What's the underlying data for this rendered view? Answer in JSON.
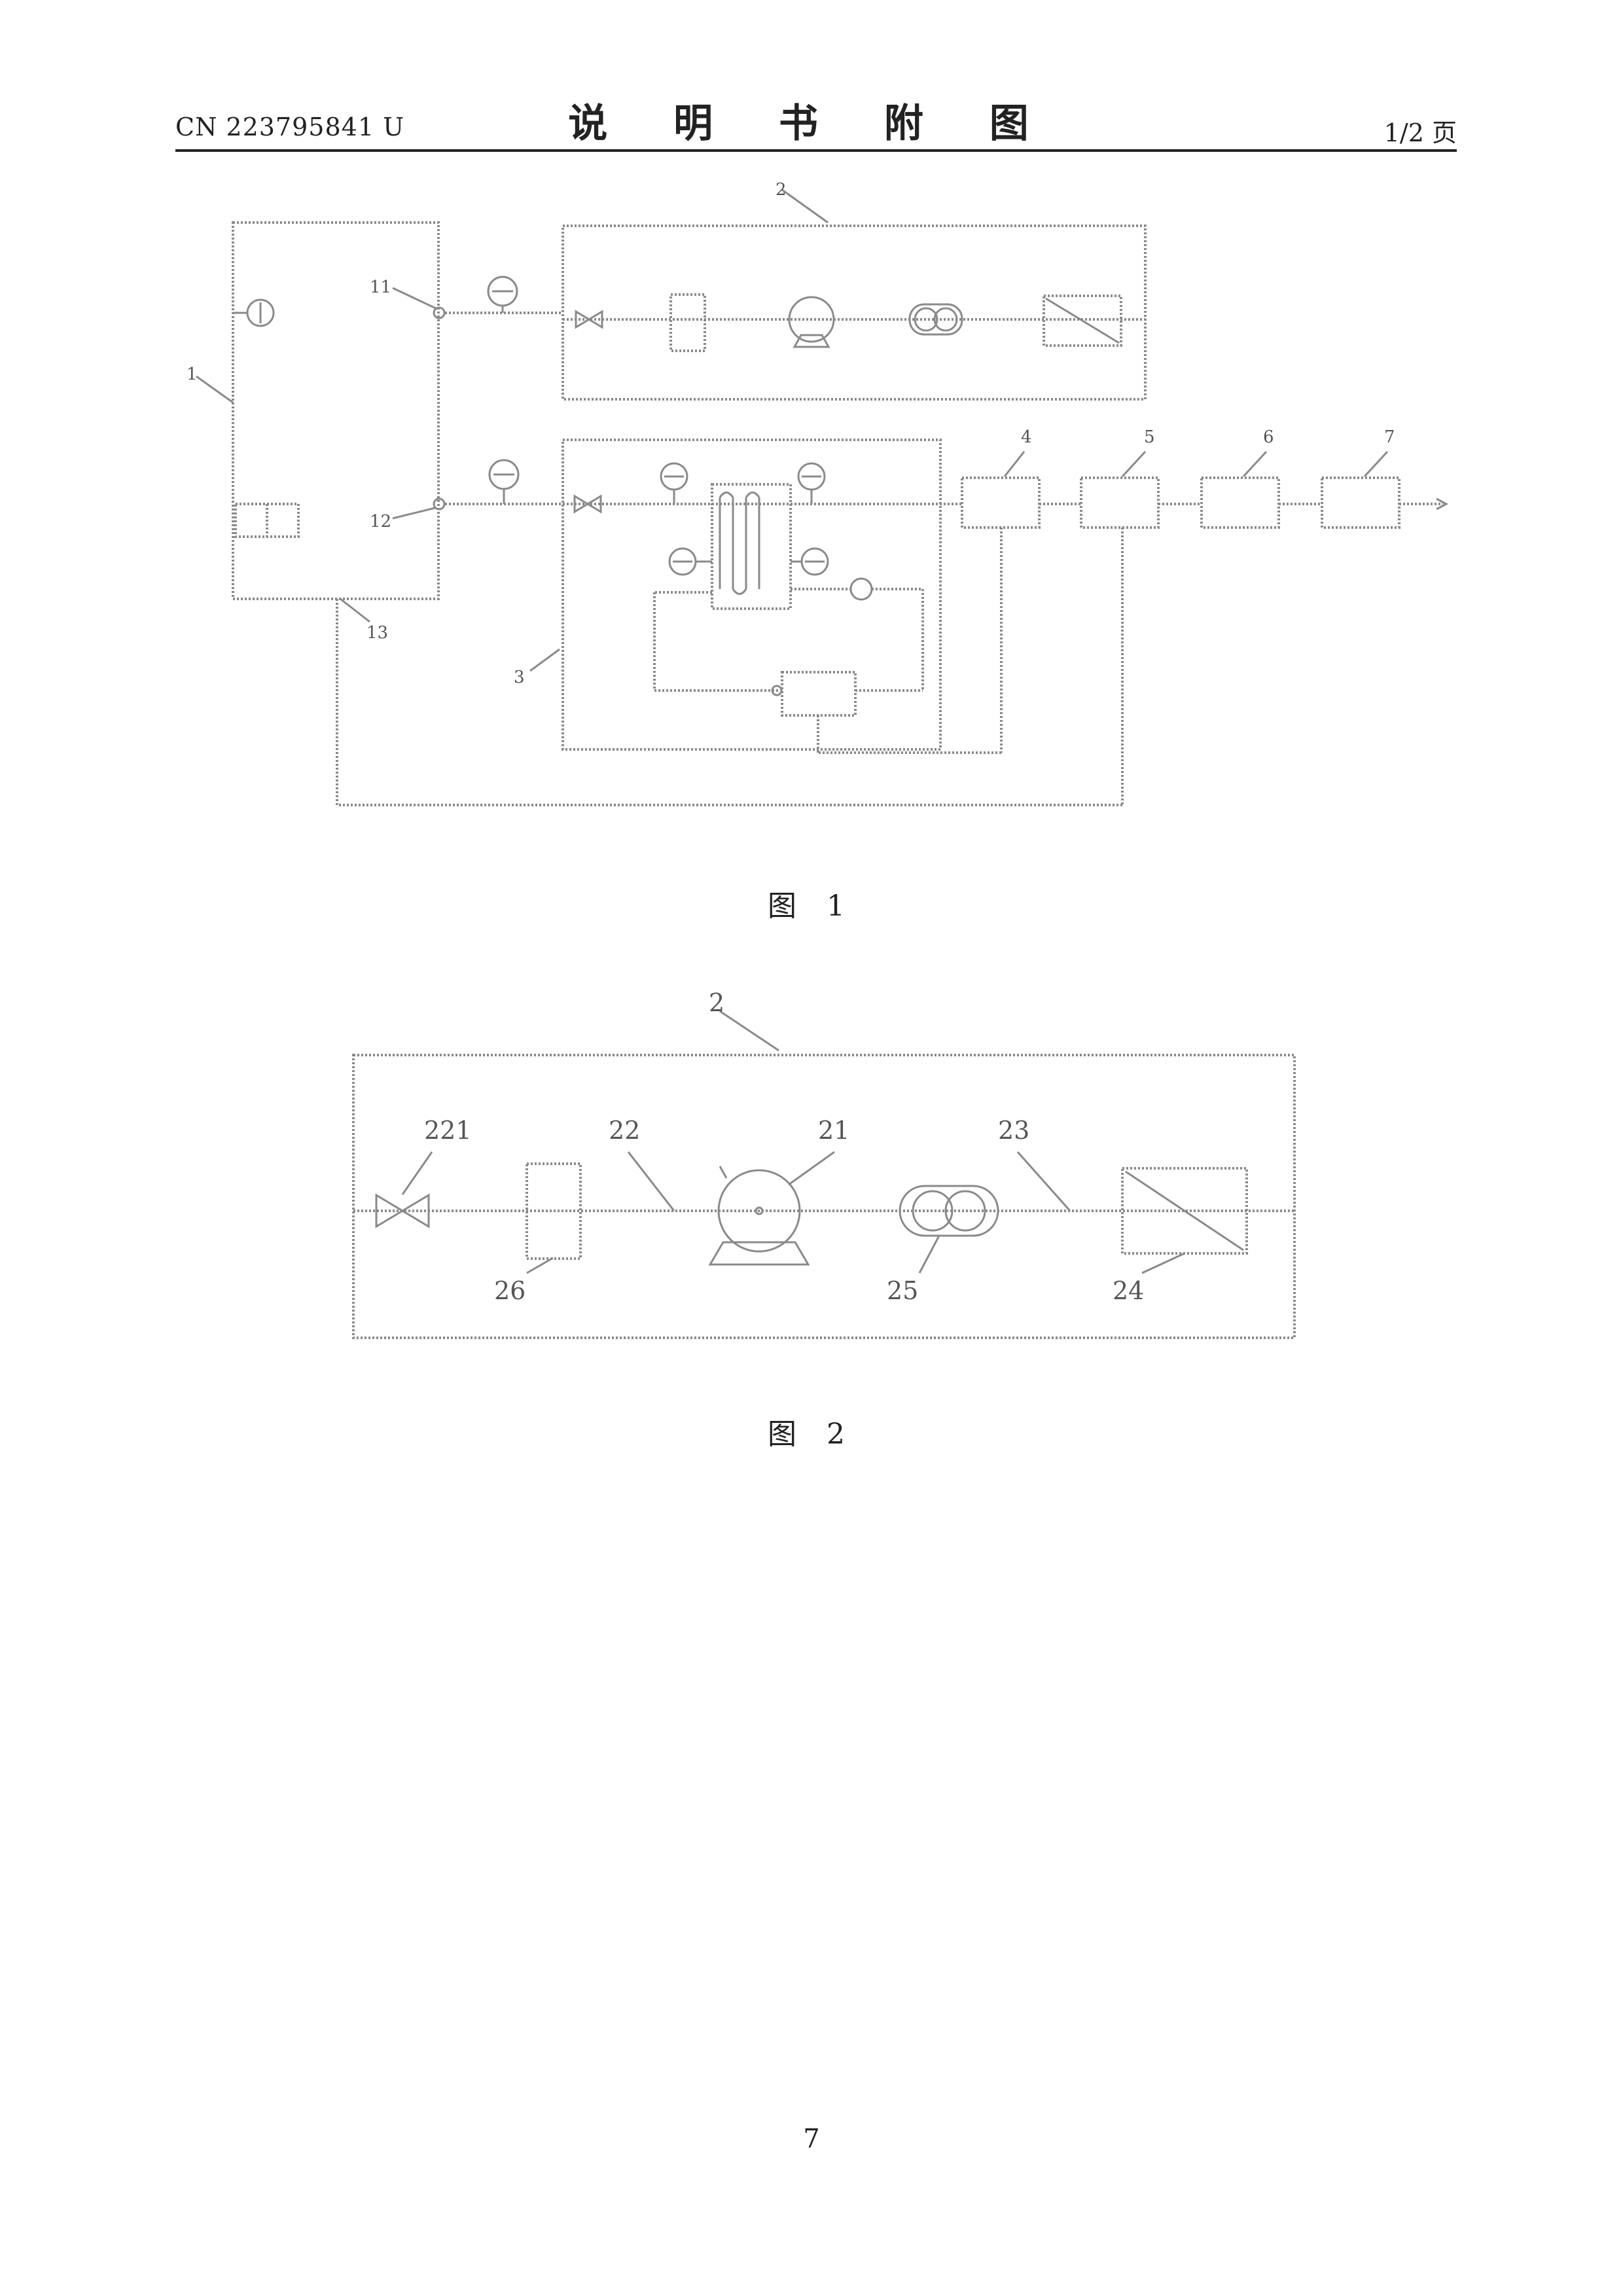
{
  "header": {
    "patent_number": "CN 223795841 U",
    "title": "说 明 书 附 图",
    "page_fraction": "1/2 页"
  },
  "figure1": {
    "caption": "图 1",
    "labels": {
      "ref_1": "1",
      "ref_2": "2",
      "ref_3": "3",
      "ref_4": "4",
      "ref_5": "5",
      "ref_6": "6",
      "ref_7": "7",
      "ref_11": "11",
      "ref_12": "12",
      "ref_13": "13"
    }
  },
  "figure2": {
    "caption": "图 2",
    "labels": {
      "ref_2": "2",
      "ref_221": "221",
      "ref_22": "22",
      "ref_21": "21",
      "ref_23": "23",
      "ref_26": "26",
      "ref_25": "25",
      "ref_24": "24"
    }
  },
  "page_number": "7"
}
